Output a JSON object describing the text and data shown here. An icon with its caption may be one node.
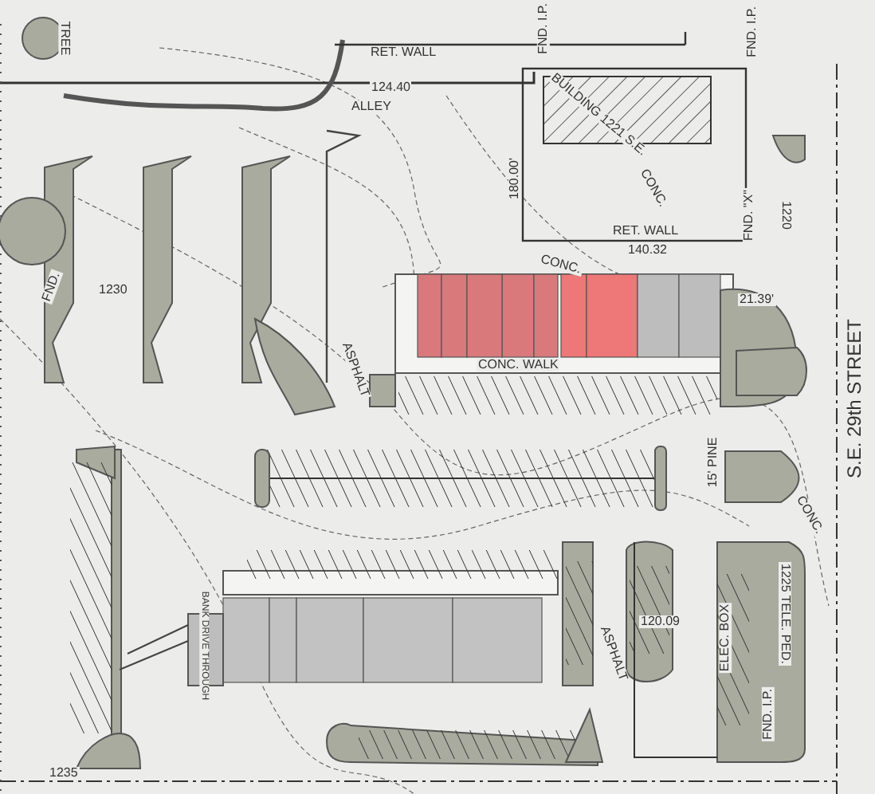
{
  "diagram": {
    "labels": [
      "TREE",
      "RET. WALL",
      "FND. I.P.",
      "FND. I.P.",
      "124.40",
      "ALLEY",
      "BUILDING 1221 S.E.",
      "180.00'",
      "CONC.",
      "FND. \"X\"",
      "1220",
      "FND.",
      "1230",
      "RET. WALL",
      "140.32",
      "CONC.",
      "ASPHALT",
      "CONC. WALK",
      "21.39'",
      "S.E. 29th STREET",
      "15' PINE",
      "CONC.",
      "BANK DRIVE THROUGH",
      "ASPHALT",
      "120.09",
      "ELEC. BOX",
      "1225 TELE. PED.",
      "FND. I.P.",
      "1235"
    ]
  }
}
